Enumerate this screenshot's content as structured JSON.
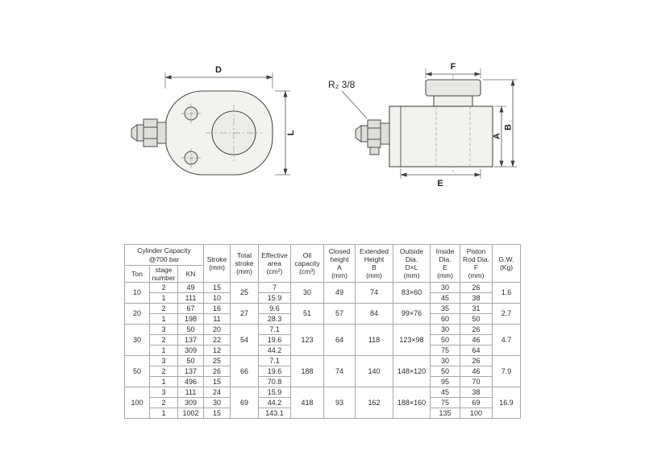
{
  "drawings": {
    "front_view": {
      "dim_width": "D",
      "dim_height": "L"
    },
    "side_view": {
      "port_thread": "R₂ 3/8",
      "dim_saddle": "F",
      "dim_closed_height": "A",
      "dim_overall_height": "B",
      "dim_base": "E"
    }
  },
  "table": {
    "headers": {
      "capacity_group": "Cylinder Capacity\n@700 bar",
      "ton": "Ton",
      "stage": "stage\nnumber",
      "kn": "KN",
      "stroke": "Stroke\n(mm)",
      "total_stroke": "Total\nstroke\n(mm)",
      "effective_area": "Effective\narea\n(cm²)",
      "oil_capacity": "Oil\ncapacity\n(cm³)",
      "closed_height": "Closed\nheight\nA\n(mm)",
      "extended_height": "Extended\nHeight\nB\n(mm)",
      "outside_dia": "Outside\nDia.\nD×L\n(mm)",
      "inside_dia": "Inside\nDia.\nE\n(mm)",
      "piston_rod_dia": "Piston\nRod Dia.\nF\n(mm)",
      "gw": "G.W.\n(Kg)"
    },
    "groups": [
      {
        "ton": "10",
        "rows": [
          {
            "stage": "2",
            "kn": "49",
            "stroke": "15",
            "area": "7",
            "inside": "30",
            "rod": "26"
          },
          {
            "stage": "1",
            "kn": "111",
            "stroke": "10",
            "area": "15.9",
            "inside": "45",
            "rod": "38"
          }
        ],
        "total_stroke": "25",
        "oil": "30",
        "closed": "49",
        "extended": "74",
        "outside": "83×60",
        "gw": "1.6"
      },
      {
        "ton": "20",
        "rows": [
          {
            "stage": "2",
            "kn": "67",
            "stroke": "16",
            "area": "9.6",
            "inside": "35",
            "rod": "31"
          },
          {
            "stage": "1",
            "kn": "198",
            "stroke": "11",
            "area": "28.3",
            "inside": "60",
            "rod": "50"
          }
        ],
        "total_stroke": "27",
        "oil": "51",
        "closed": "57",
        "extended": "84",
        "outside": "99×76",
        "gw": "2.7"
      },
      {
        "ton": "30",
        "rows": [
          {
            "stage": "3",
            "kn": "50",
            "stroke": "20",
            "area": "7.1",
            "inside": "30",
            "rod": "26"
          },
          {
            "stage": "2",
            "kn": "137",
            "stroke": "22",
            "area": "19.6",
            "inside": "50",
            "rod": "46"
          },
          {
            "stage": "1",
            "kn": "309",
            "stroke": "12",
            "area": "44.2",
            "inside": "75",
            "rod": "64"
          }
        ],
        "total_stroke": "54",
        "oil": "123",
        "closed": "64",
        "extended": "118",
        "outside": "123×98",
        "gw": "4.7"
      },
      {
        "ton": "50",
        "rows": [
          {
            "stage": "3",
            "kn": "50",
            "stroke": "25",
            "area": "7.1",
            "inside": "30",
            "rod": "26"
          },
          {
            "stage": "2",
            "kn": "137",
            "stroke": "26",
            "area": "19.6",
            "inside": "50",
            "rod": "46"
          },
          {
            "stage": "1",
            "kn": "496",
            "stroke": "15",
            "area": "70.8",
            "inside": "95",
            "rod": "70"
          }
        ],
        "total_stroke": "66",
        "oil": "188",
        "closed": "74",
        "extended": "140",
        "outside": "148×120",
        "gw": "7.9"
      },
      {
        "ton": "100",
        "rows": [
          {
            "stage": "3",
            "kn": "111",
            "stroke": "24",
            "area": "15.9",
            "inside": "45",
            "rod": "38"
          },
          {
            "stage": "2",
            "kn": "309",
            "stroke": "30",
            "area": "44.2",
            "inside": "75",
            "rod": "69"
          },
          {
            "stage": "1",
            "kn": "1002",
            "stroke": "15",
            "area": "143.1",
            "inside": "135",
            "rod": "100"
          }
        ],
        "total_stroke": "69",
        "oil": "418",
        "closed": "93",
        "extended": "162",
        "outside": "188×160",
        "gw": "16.9"
      }
    ]
  }
}
